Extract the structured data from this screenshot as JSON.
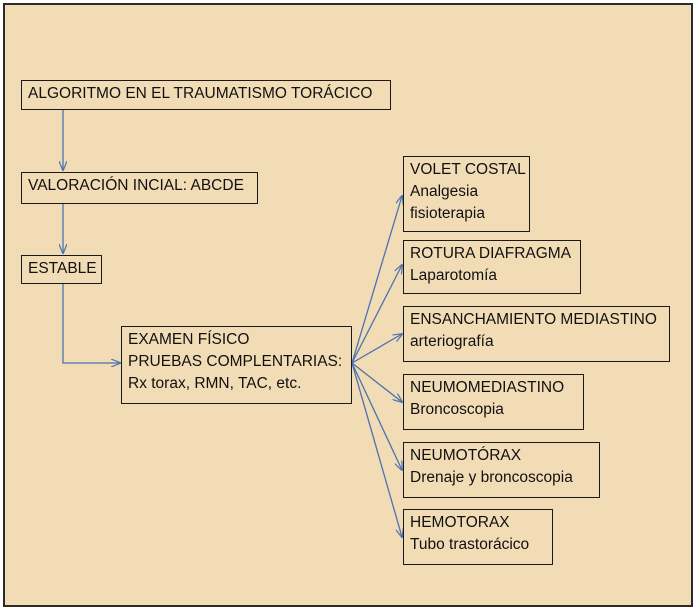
{
  "colors": {
    "background": "#f2dcb6",
    "box_border": "#1a1a1a",
    "arrow": "#4a73b0",
    "frame_border": "#2b2b2b"
  },
  "nodes": {
    "title": {
      "lines": [
        "ALGORITMO EN EL TRAUMATISMO TORÁCICO"
      ]
    },
    "valoracion": {
      "lines": [
        "VALORACIÓN INCIAL: ABCDE"
      ]
    },
    "estable": {
      "lines": [
        "ESTABLE"
      ]
    },
    "examen": {
      "lines": [
        "EXAMEN FÍSICO",
        "PRUEBAS COMPLENTARIAS:",
        "Rx torax, RMN, TAC, etc."
      ]
    },
    "volet": {
      "lines": [
        "VOLET COSTAL",
        "Analgesia",
        "fisioterapia"
      ]
    },
    "rotura": {
      "lines": [
        "ROTURA DIAFRAGMA",
        "Laparotomía"
      ]
    },
    "ensanchamiento": {
      "lines": [
        "ENSANCHAMIENTO MEDIASTINO",
        "arteriografía"
      ]
    },
    "neumomediastino": {
      "lines": [
        "NEUMOMEDIASTINO",
        "Broncoscopia"
      ]
    },
    "neumotorax": {
      "lines": [
        "NEUMOTÓRAX",
        "Drenaje y broncoscopia"
      ]
    },
    "hemotorax": {
      "lines": [
        "HEMOTORAX",
        "Tubo trastorácico"
      ]
    }
  },
  "edges": [
    {
      "from": "title",
      "to": "valoracion"
    },
    {
      "from": "valoracion",
      "to": "estable"
    },
    {
      "from": "estable",
      "to": "examen"
    },
    {
      "from": "examen",
      "to": "volet"
    },
    {
      "from": "examen",
      "to": "rotura"
    },
    {
      "from": "examen",
      "to": "ensanchamiento"
    },
    {
      "from": "examen",
      "to": "neumomediastino"
    },
    {
      "from": "examen",
      "to": "neumotorax"
    },
    {
      "from": "examen",
      "to": "hemotorax"
    }
  ]
}
